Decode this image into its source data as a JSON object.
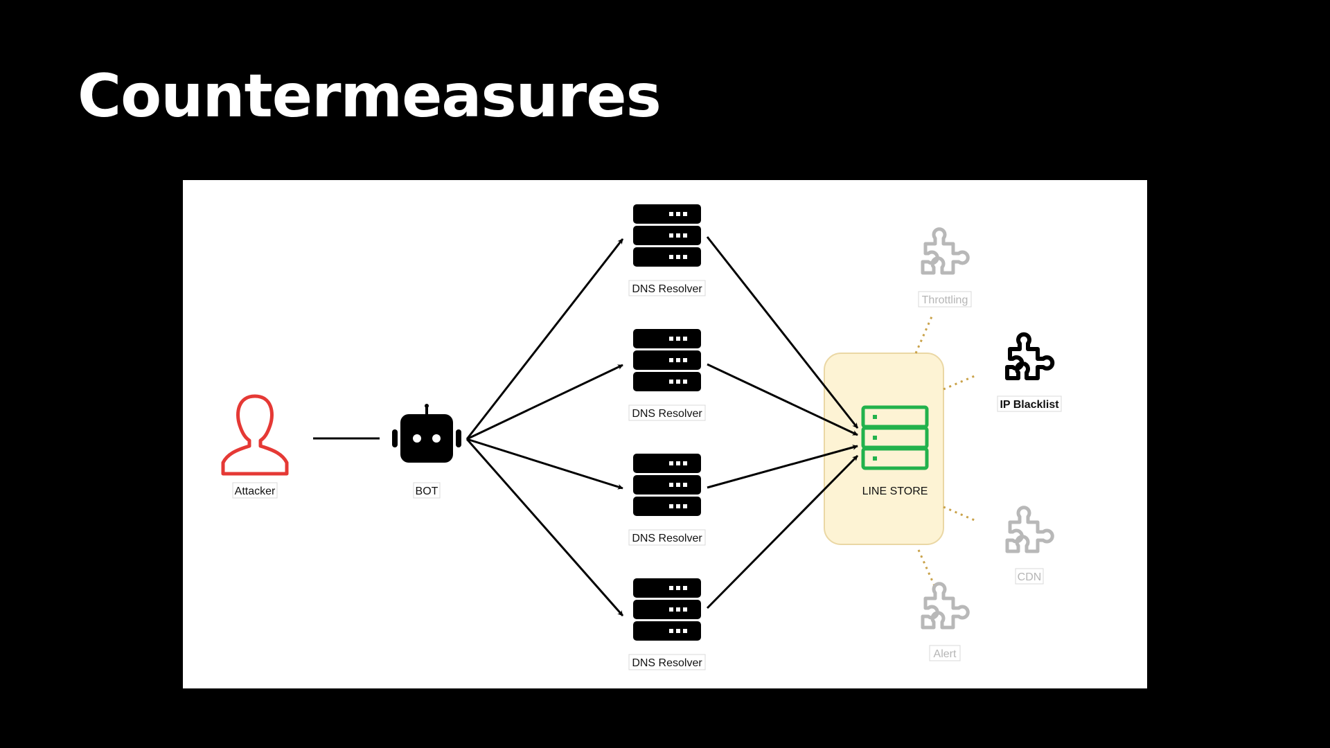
{
  "slide": {
    "title": "Countermeasures"
  },
  "diagram": {
    "attacker": {
      "label": "Attacker",
      "color": "#e53935"
    },
    "bot": {
      "label": "BOT"
    },
    "resolvers": [
      {
        "label": "DNS Resolver"
      },
      {
        "label": "DNS Resolver"
      },
      {
        "label": "DNS Resolver"
      },
      {
        "label": "DNS Resolver"
      }
    ],
    "target": {
      "label": "LINE STORE",
      "color": "#22b24c",
      "zone_fill": "#fdf3d4"
    },
    "plugins": [
      {
        "label": "Throttling",
        "state": "inactive"
      },
      {
        "label": "IP Blacklist",
        "state": "active"
      },
      {
        "label": "CDN",
        "state": "inactive"
      },
      {
        "label": "Alert",
        "state": "inactive"
      }
    ],
    "connector_color": "#c9a24a"
  }
}
